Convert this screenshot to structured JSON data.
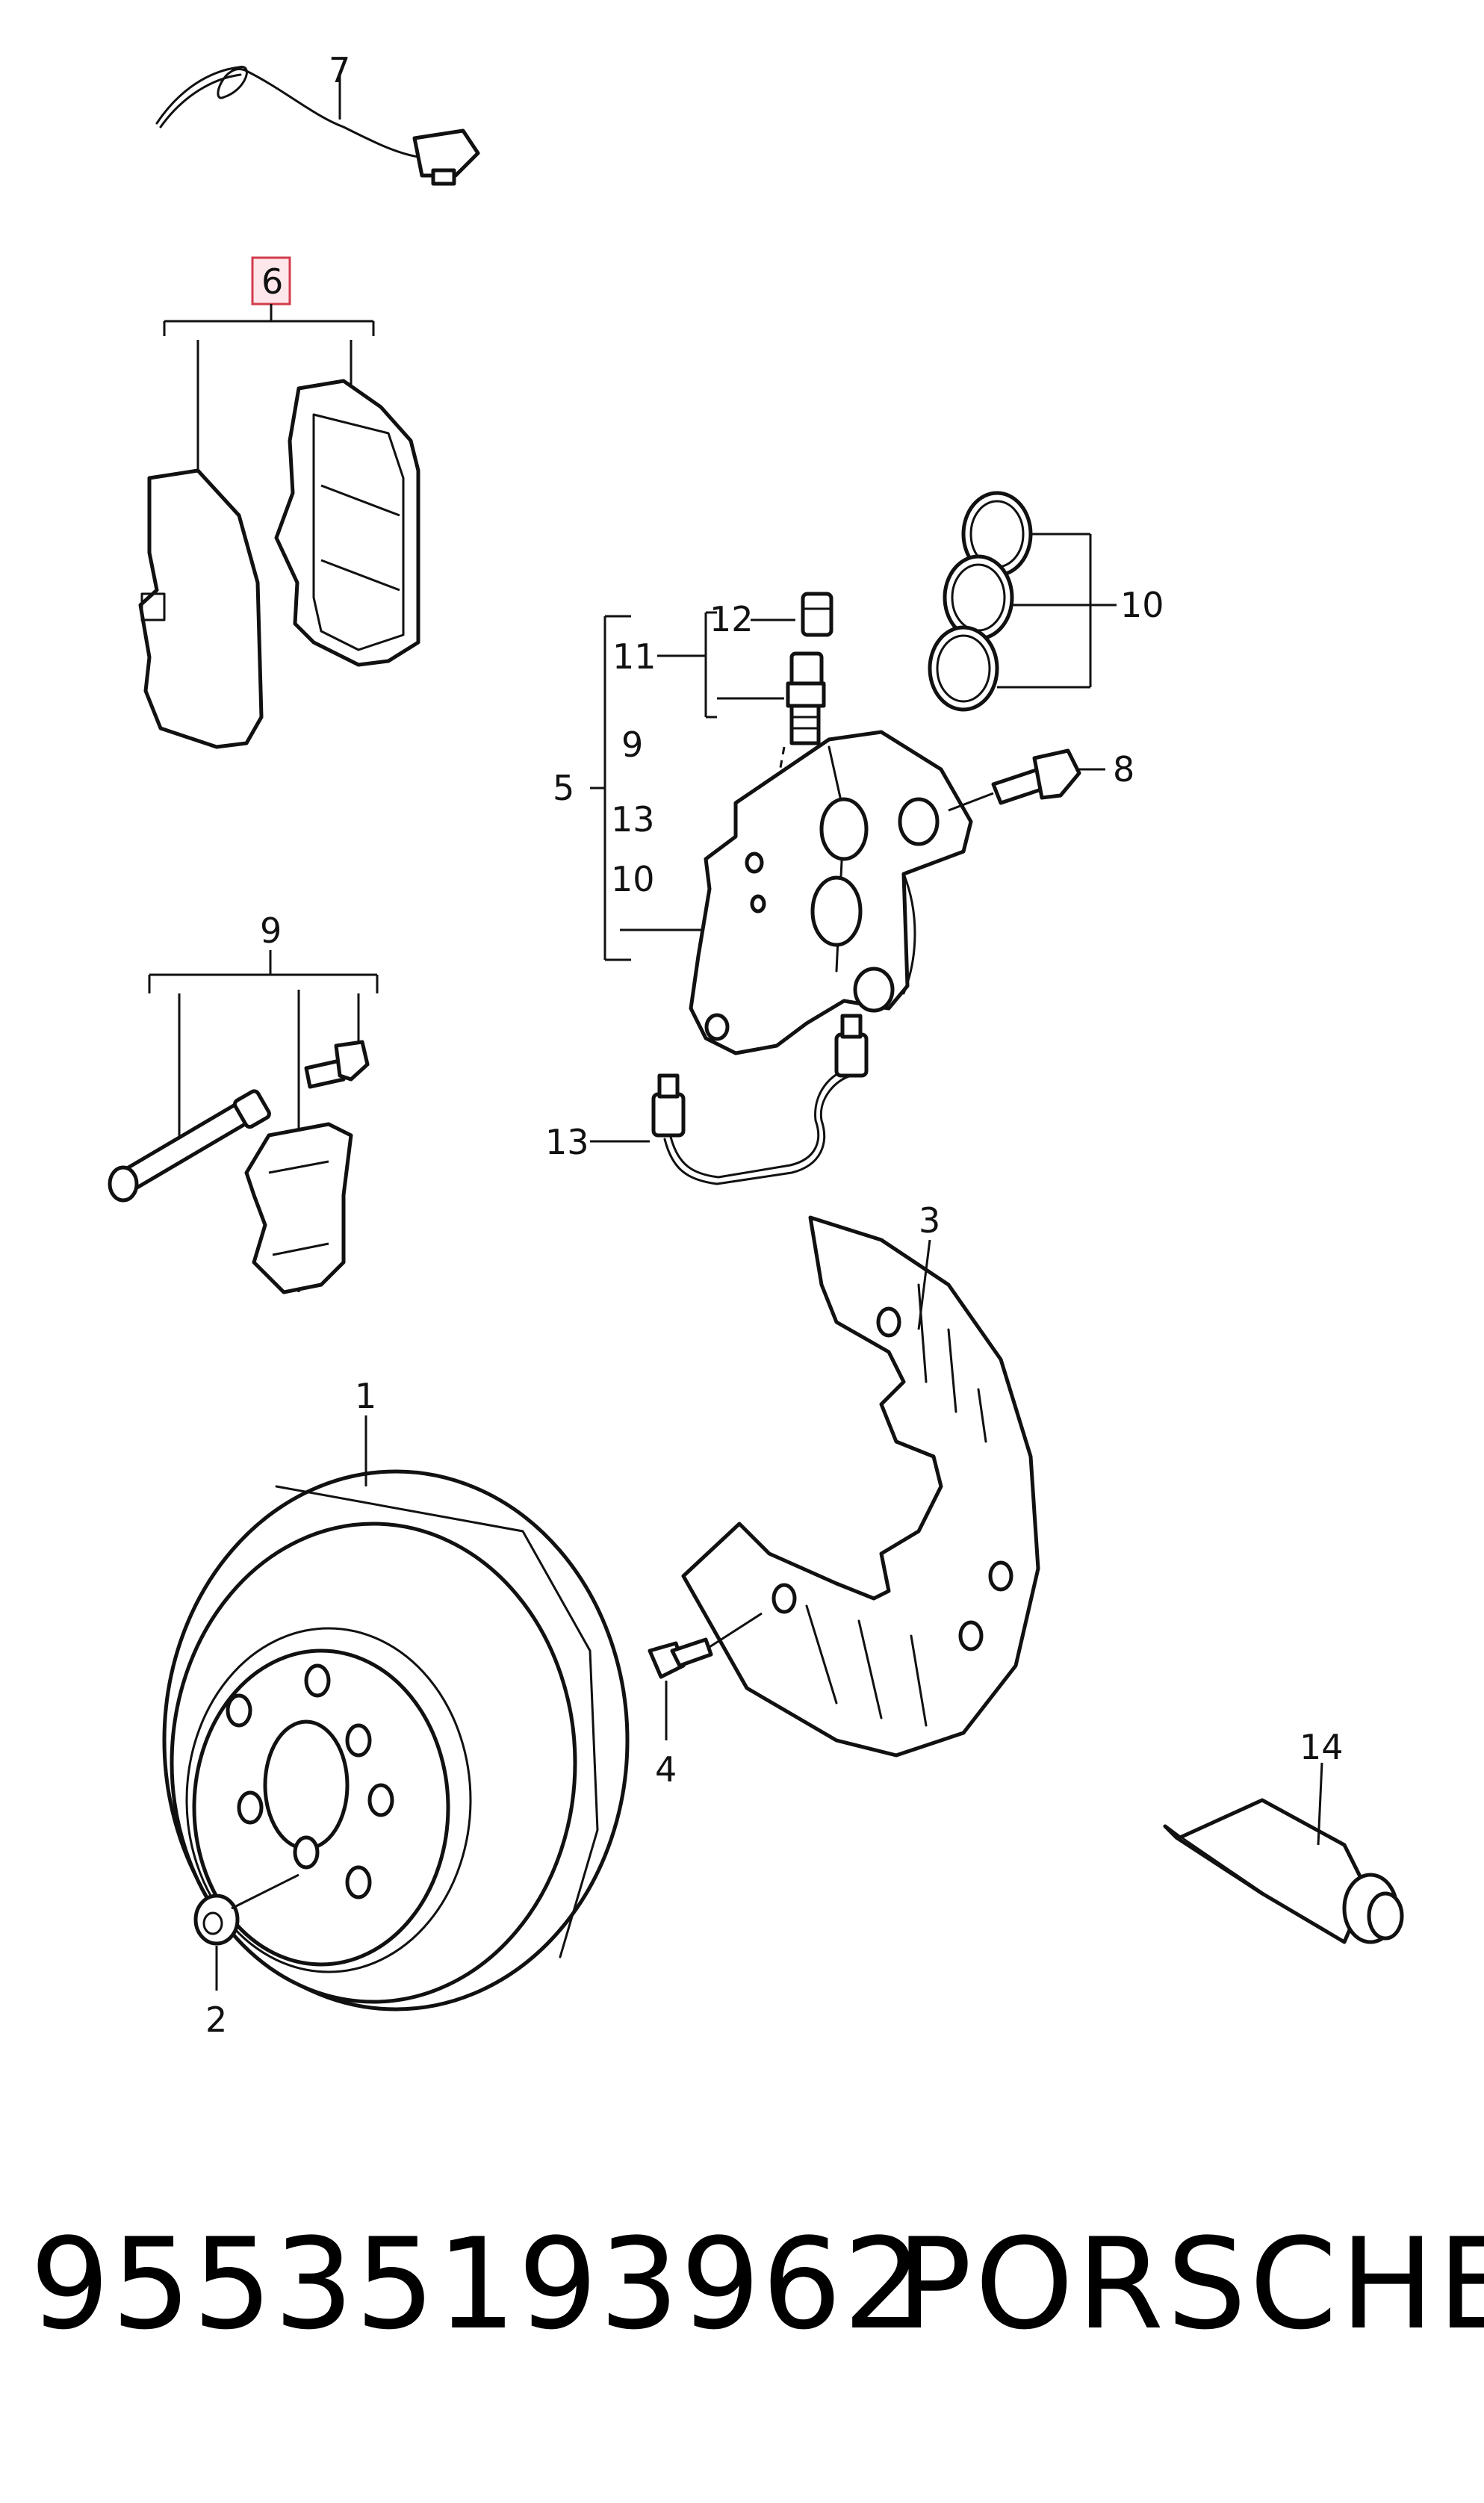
{
  "callouts": {
    "c1": "1",
    "c2": "2",
    "c3": "3",
    "c4": "4",
    "c5": "5",
    "c6": "6",
    "c7": "7",
    "c8": "8",
    "c9_top": "9",
    "c9_list": "9",
    "c10_right": "10",
    "c10_list": "10",
    "c11": "11",
    "c12": "12",
    "c13_list": "13",
    "c13_hose": "13",
    "c14": "14"
  },
  "highlight": {
    "callout": "6",
    "color": "#d23b4d",
    "fill": "#fde7ea"
  },
  "footer": {
    "part_number": "95535193962",
    "brand": "PORSCHE"
  }
}
